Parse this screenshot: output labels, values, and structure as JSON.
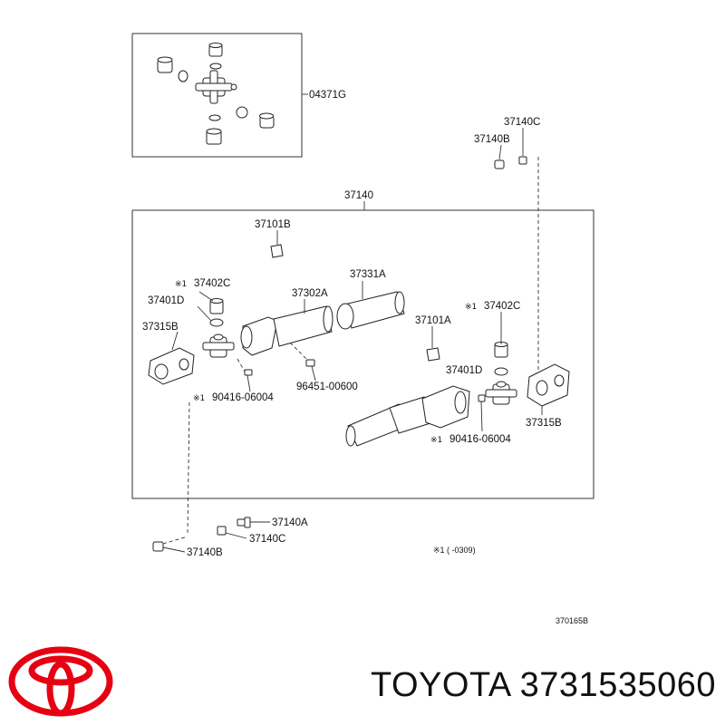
{
  "diagram": {
    "code": "370165B",
    "note": "※1 (      -0309)",
    "labels": {
      "kit": "04371G",
      "shaft_assy": "37140",
      "c_top": "37140C",
      "b_top": "37140B",
      "weight_top": "37101B",
      "shaft_tube": "37331A",
      "yoke_front": "37302A",
      "sleeve_front": "37402C",
      "cup_front": "37401D",
      "flange_front": "37315B",
      "grease_front": "90416-06004",
      "screw": "96451-00600",
      "weight_rear": "37101A",
      "sleeve_rear": "37402C",
      "cup_rear": "37401D",
      "flange_rear": "37315B",
      "grease_rear": "90416-06004",
      "a_bottom": "37140A",
      "c_bottom": "37140C",
      "b_bottom": "37140B"
    },
    "marks": {
      "sleeve_front": "※1",
      "grease_front": "※1",
      "sleeve_rear": "※1",
      "grease_rear": "※1"
    }
  },
  "brand": {
    "name": "TOYOTA",
    "part_number": "3731535060",
    "caption": "TOYOTA 3731535060",
    "logo_color": "#e60012"
  }
}
